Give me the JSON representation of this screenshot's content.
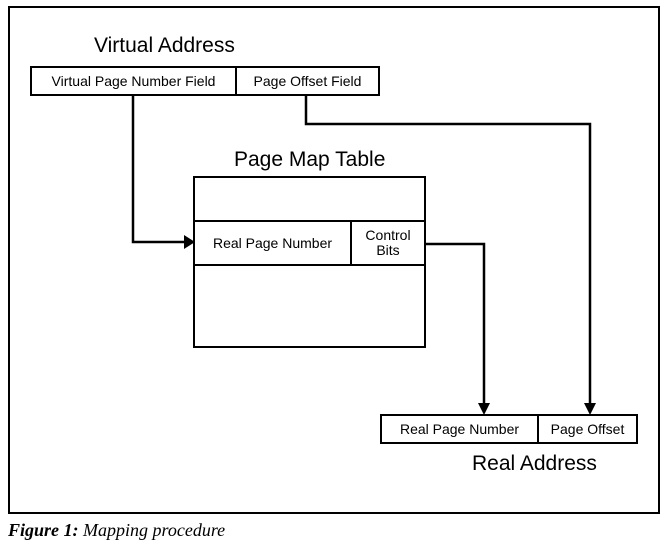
{
  "diagram": {
    "virtual_address": {
      "title": "Virtual Address",
      "fields": [
        "Virtual Page Number Field",
        "Page Offset Field"
      ]
    },
    "page_map_table": {
      "title": "Page Map Table",
      "entry": {
        "real_page_number": "Real Page Number",
        "control_bits": "Control Bits"
      }
    },
    "real_address": {
      "title": "Real Address",
      "fields": [
        "Real Page Number",
        "Page Offset"
      ]
    },
    "connections": [
      {
        "from": "Virtual Page Number Field",
        "to": "Page Map Table entry"
      },
      {
        "from": "Page Map Table entry (Control Bits side)",
        "to": "Real Page Number"
      },
      {
        "from": "Page Offset Field",
        "to": "Page Offset"
      }
    ]
  },
  "caption": {
    "label": "Figure 1:",
    "text": "Mapping procedure"
  }
}
